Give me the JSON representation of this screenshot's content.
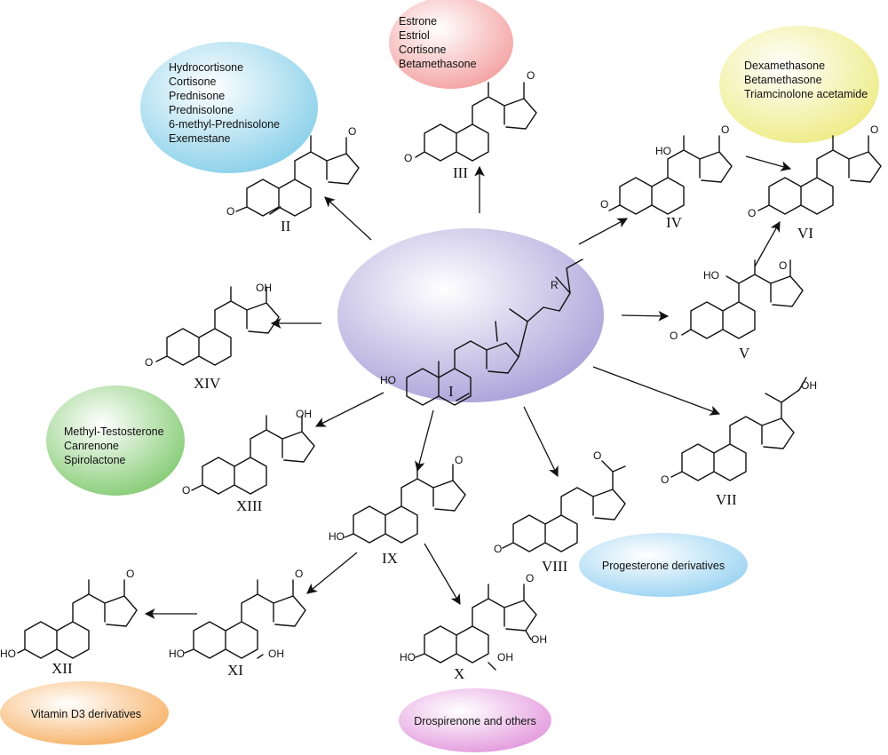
{
  "numerals": {
    "I": "I",
    "II": "II",
    "III": "III",
    "IV": "IV",
    "V": "V",
    "VI": "VI",
    "VII": "VII",
    "VIII": "VIII",
    "IX": "IX",
    "X": "X",
    "XI": "XI",
    "XII": "XII",
    "XIII": "XIII",
    "XIV": "XIV"
  },
  "atoms": {
    "O": "O",
    "OH": "OH",
    "HO": "HO",
    "R": "R"
  },
  "bubbles": {
    "cortico": {
      "color": "#8fd3ec",
      "lines": [
        "Hydrocortisone",
        "Cortisone",
        "Prednisone",
        "Prednisolone",
        "6-methyl-Prednisolone",
        "Exemestane"
      ]
    },
    "estro": {
      "color": "#f4a7a7",
      "lines": [
        "Estrone",
        "Estriol",
        "Cortisone",
        "Betamethasone"
      ]
    },
    "dexa": {
      "color": "#f2f08e",
      "lines": [
        "Dexamethasone",
        "Betamethasone",
        "Triamcinolone acetamide"
      ]
    },
    "andro": {
      "color": "#8cd07a",
      "lines": [
        "Methyl-Testosterone",
        "Canrenone",
        "Spirolactone"
      ]
    },
    "proges": {
      "color": "#9fd4f2",
      "lines": [
        "Progesterone derivatives"
      ]
    },
    "vitd": {
      "color": "#f8b56c",
      "lines": [
        "Vitamin D3 derivatives"
      ]
    },
    "drosp": {
      "color": "#e49be0",
      "lines": [
        "Drospirenone and others"
      ]
    },
    "center": {
      "color": "#b9b2e0"
    }
  }
}
